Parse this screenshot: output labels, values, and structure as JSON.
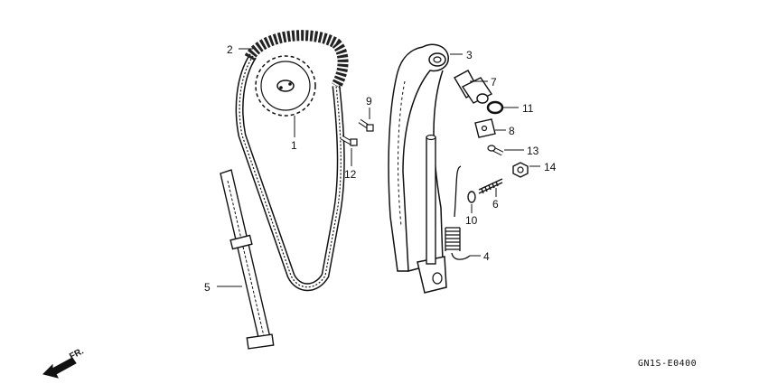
{
  "callouts": {
    "c1": "1",
    "c2": "2",
    "c3": "3",
    "c4": "4",
    "c5": "5",
    "c6": "6",
    "c7": "7",
    "c8": "8",
    "c9": "9",
    "c10": "10",
    "c11": "11",
    "c12": "12",
    "c13": "13",
    "c14": "14"
  },
  "direction_label": "FR.",
  "diagram_code": "GN1S-E0400"
}
